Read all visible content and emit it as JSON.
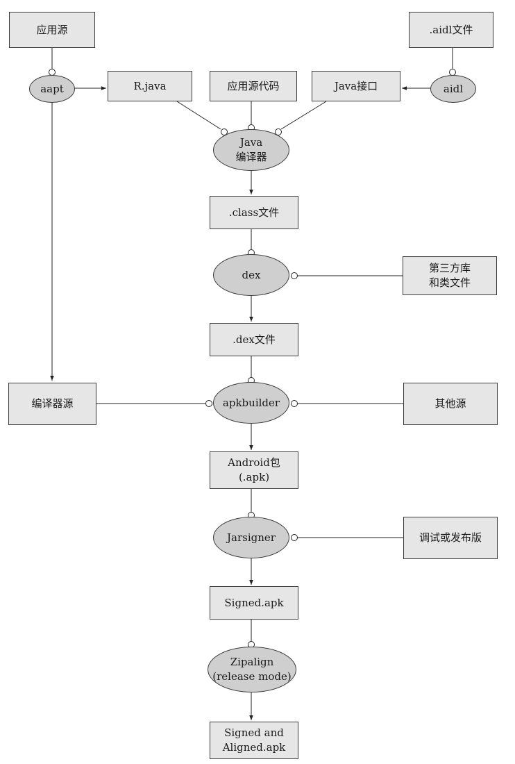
{
  "diagram": {
    "nodes": {
      "app_source": {
        "lines": [
          "应用源"
        ]
      },
      "aidl_files": {
        "lines": [
          ".aidl文件"
        ]
      },
      "aapt": {
        "lines": [
          "aapt"
        ]
      },
      "r_java": {
        "lines": [
          "R.java"
        ]
      },
      "app_source_code": {
        "lines": [
          "应用源代码"
        ]
      },
      "java_interface": {
        "lines": [
          "Java接口"
        ]
      },
      "aidl": {
        "lines": [
          "aidl"
        ]
      },
      "java_compiler": {
        "lines": [
          "Java",
          "编译器"
        ]
      },
      "class_files": {
        "lines": [
          ".class文件"
        ]
      },
      "dex": {
        "lines": [
          "dex"
        ]
      },
      "third_party": {
        "lines": [
          "第三方库",
          "和类文件"
        ]
      },
      "dex_files": {
        "lines": [
          ".dex文件"
        ]
      },
      "compiler_source": {
        "lines": [
          "编译器源"
        ]
      },
      "apkbuilder": {
        "lines": [
          "apkbuilder"
        ]
      },
      "other_source": {
        "lines": [
          "其他源"
        ]
      },
      "android_pkg": {
        "lines": [
          "Android包",
          "(.apk)"
        ]
      },
      "jarsigner": {
        "lines": [
          "Jarsigner"
        ]
      },
      "debug_release": {
        "lines": [
          "调试或发布版"
        ]
      },
      "signed_apk": {
        "lines": [
          "Signed.apk"
        ]
      },
      "zipalign": {
        "lines": [
          "Zipalign",
          "(release mode)"
        ]
      },
      "signed_aligned": {
        "lines": [
          "Signed and",
          "Aligned.apk"
        ]
      }
    }
  }
}
